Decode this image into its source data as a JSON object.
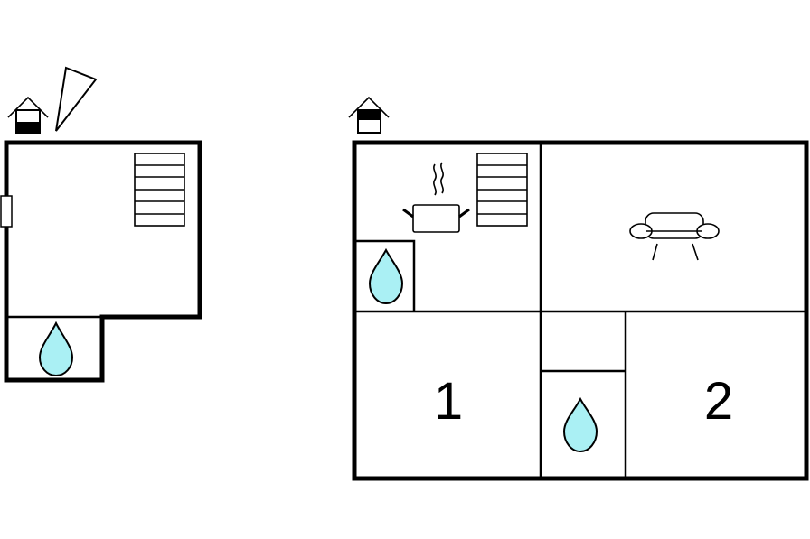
{
  "floors": [
    {
      "id": "floor-left",
      "rooms": [
        {
          "id": "main-room",
          "icons": [
            "stairs-icon",
            "door-icon"
          ]
        },
        {
          "id": "bathroom",
          "icons": [
            "water-drop-icon"
          ]
        }
      ],
      "markers": [
        "house-entrance-icon",
        "compass-north-icon"
      ]
    },
    {
      "id": "floor-right",
      "rooms": [
        {
          "id": "kitchen",
          "icons": [
            "cooking-pot-icon",
            "stairs-icon"
          ]
        },
        {
          "id": "living-room",
          "icons": [
            "sofa-icon"
          ]
        },
        {
          "id": "bedroom-1",
          "label": "1"
        },
        {
          "id": "bedroom-2",
          "label": "2"
        },
        {
          "id": "bathroom-small",
          "icons": [
            "water-drop-icon"
          ]
        },
        {
          "id": "kitchen-wet-area",
          "icons": [
            "water-drop-icon"
          ]
        }
      ],
      "markers": [
        "house-entrance-icon"
      ]
    }
  ],
  "room_labels": {
    "bedroom_1": "1",
    "bedroom_2": "2"
  },
  "colors": {
    "wall": "#000000",
    "water": "#aaf0f4",
    "background": "#ffffff"
  }
}
